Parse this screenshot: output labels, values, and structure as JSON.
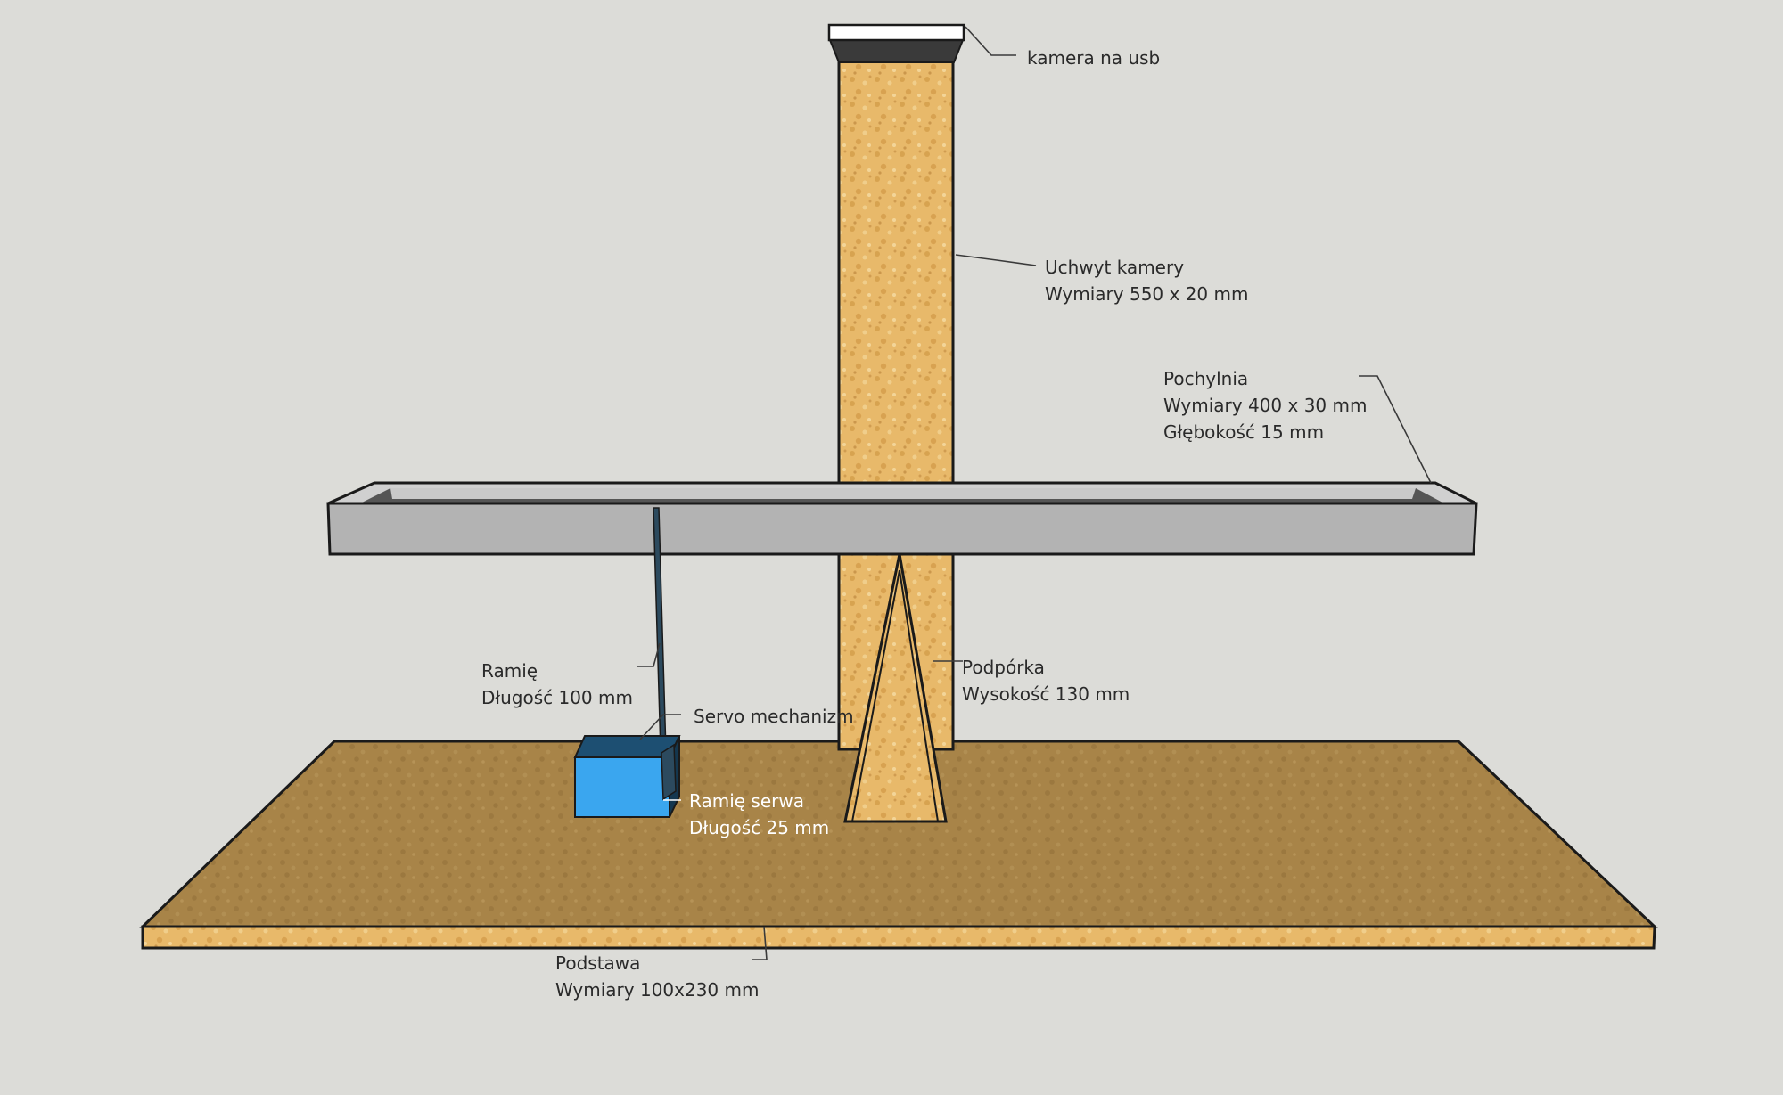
{
  "colors": {
    "background": "#dcdcd8",
    "wood_light": "#e8b96a",
    "wood_dark": "#a88448",
    "ramp_gray": "#b3b3b3",
    "servo_blue": "#3aa6ef",
    "servo_top": "#1d4f72",
    "outline": "#1a1a1a"
  },
  "labels": {
    "camera": "kamera na usb",
    "holder_title": "Uchwyt kamery",
    "holder_dims": "Wymiary 550 x 20 mm",
    "ramp_title": "Pochylnia",
    "ramp_dims": "Wymiary 400 x 30 mm",
    "ramp_depth": "Głębokość 15 mm",
    "arm_title": "Ramię",
    "arm_length": "Długość  100 mm",
    "servo_title": "Servo mechanizm",
    "support_title": "Podpórka",
    "support_height": "Wysokość 130 mm",
    "servo_arm_title": "Ramię serwa",
    "servo_arm_length": "Długość 25 mm",
    "base_title": "Podstawa",
    "base_dims": "Wymiary 100x230 mm"
  }
}
